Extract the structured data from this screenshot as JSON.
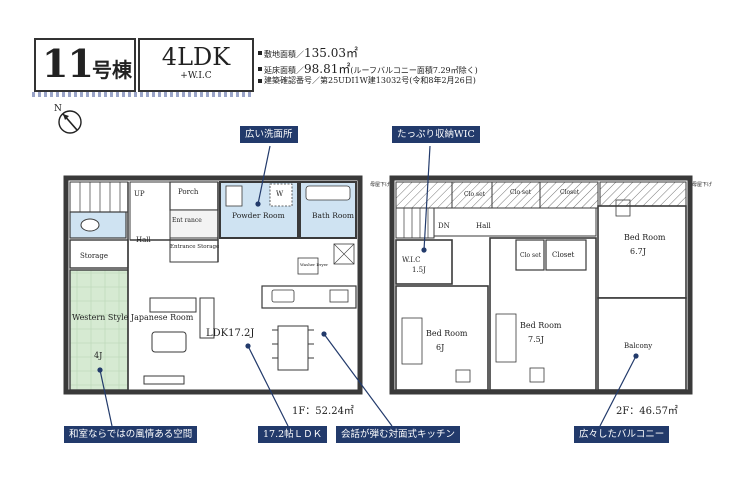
{
  "header": {
    "unit_number": "11",
    "unit_suffix": "号棟",
    "layout_type": "4LDK",
    "layout_sub": "+W.I.C",
    "site_area_label": "敷地面積／",
    "site_area_value": "135.03㎡",
    "floor_area_label": "延床面積／",
    "floor_area_value": "98.81㎡",
    "floor_area_note": "(ルーフバルコニー面積7.29㎡除く)",
    "permit_text": "建築確認番号／第25UDI1W建13032号(令和8年2月26日)"
  },
  "compass": {
    "label": "N"
  },
  "rooms_1f": {
    "up": "UP",
    "porch": "Porch",
    "w": "W",
    "entrance": "Ent rance",
    "entrance_storage": "Entrance Storage",
    "hall": "Hall",
    "storage": "Storage",
    "powder_room": "Powder Room",
    "bath_room": "Bath Room",
    "washer_dryer": "Washer Dryer",
    "japanese_room": "Western Style Japanese Room",
    "japanese_room_size": "4J",
    "ldk": "LDK17.2J"
  },
  "rooms_2f": {
    "dn": "DN",
    "hall": "Hall",
    "wic": "W.I.C",
    "wic_size": "1.5J",
    "closet_a": "Clo set",
    "closet_b": "Clo set",
    "closet_c": "Closet",
    "closet_d": "Clo set",
    "closet_e": "Closet",
    "bed1": "Bed Room",
    "bed1_size": "6.7J",
    "bed2": "Bed Room",
    "bed2_size": "6J",
    "bed3": "Bed Room",
    "bed3_size": "7.5J",
    "balcony": "Balcony",
    "mark_left": "母屋下げ",
    "mark_right": "母屋下げ"
  },
  "areas": {
    "floor1": "1F：52.24㎡",
    "floor2": "2F：46.57㎡"
  },
  "callouts": {
    "wash": "広い洗面所",
    "wic": "たっぷり収納WIC",
    "japanese": "和室ならではの風情ある空間",
    "ldk": "17.2帖ＬＤＫ",
    "kitchen": "会話が弾む対面式キッチン",
    "balcony": "広々したバルコニー"
  },
  "colors": {
    "callout_bg": "#223a6b",
    "wet_area": "#cfe3f2",
    "tatami": "#d6ead2",
    "wall": "#3a3a3a",
    "stripe": "#9aa4c8"
  }
}
